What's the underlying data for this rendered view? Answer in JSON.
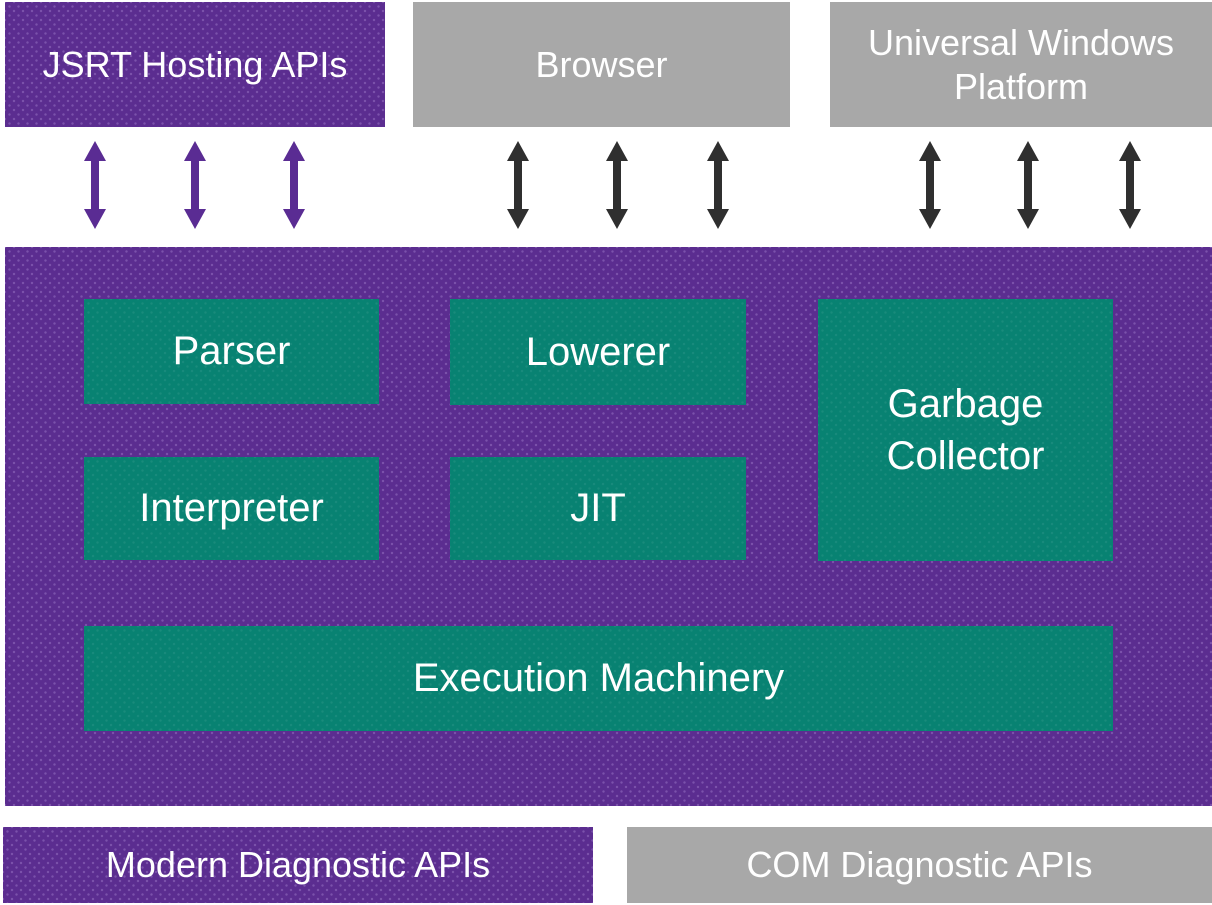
{
  "top_row": {
    "jsrt": {
      "label": "JSRT Hosting APIs"
    },
    "browser": {
      "label": "Browser"
    },
    "uwp": {
      "label": "Universal Windows Platform"
    }
  },
  "engine": {
    "parser": {
      "label": "Parser"
    },
    "lowerer": {
      "label": "Lowerer"
    },
    "interpreter": {
      "label": "Interpreter"
    },
    "jit": {
      "label": "JIT"
    },
    "garbage_collector": {
      "label": "Garbage Collector"
    },
    "execution_machinery": {
      "label": "Execution Machinery"
    }
  },
  "bottom_row": {
    "modern": {
      "label": "Modern Diagnostic APIs"
    },
    "com": {
      "label": "COM Diagnostic APIs"
    }
  },
  "colors": {
    "purple": "#5b2d90",
    "teal": "#088272",
    "gray": "#a8a8a8",
    "arrow_purple": "#5a2c93",
    "arrow_dark": "#2f2f2f",
    "text": "#ffffff"
  }
}
